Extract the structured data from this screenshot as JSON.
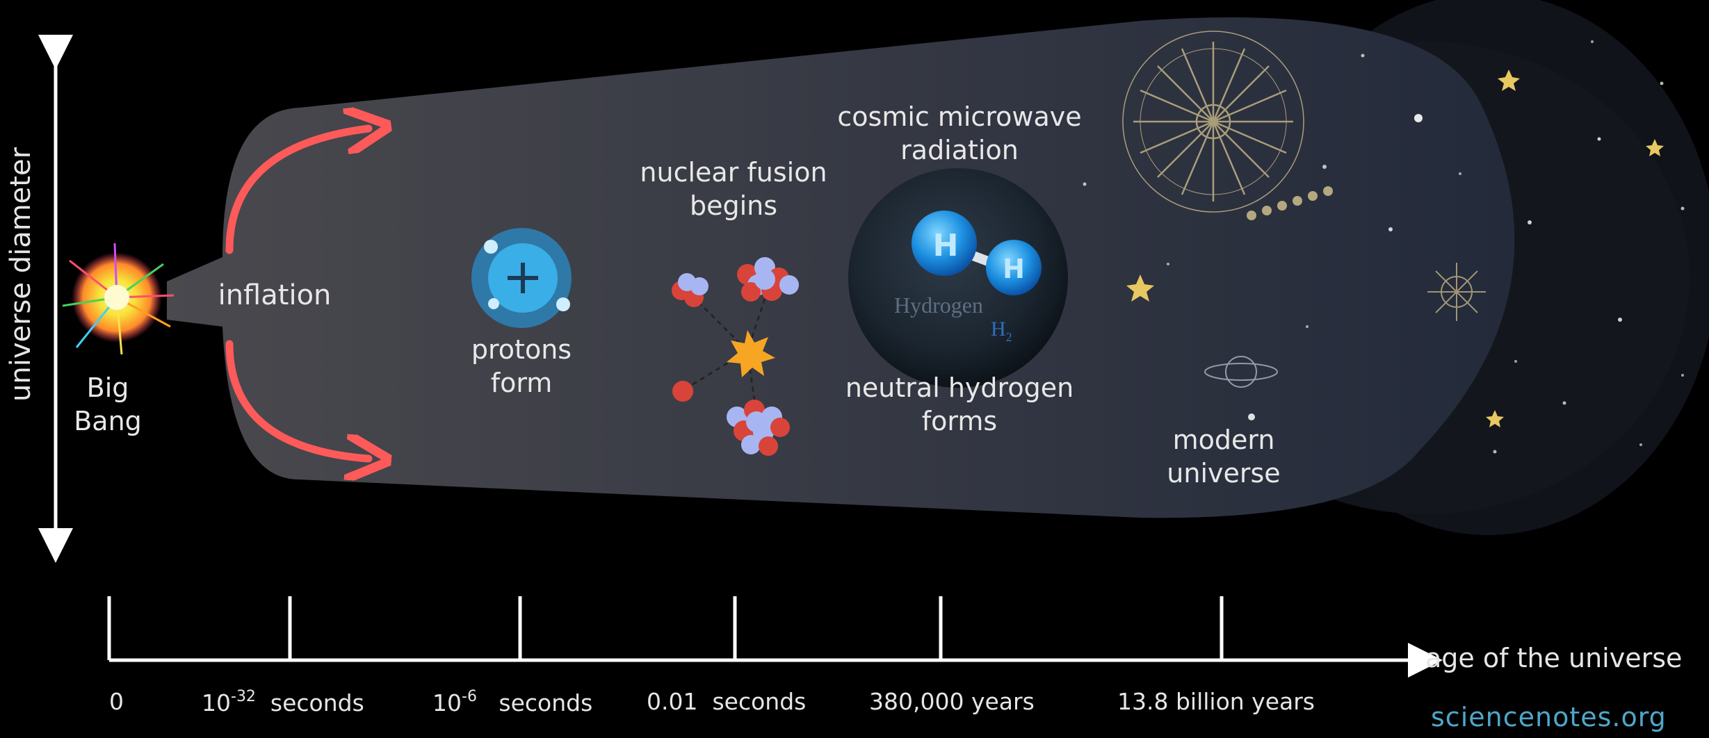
{
  "y_axis_label": "universe diameter",
  "x_axis_label": "age of the universe",
  "stages": {
    "big_bang": [
      "Big",
      "Bang"
    ],
    "inflation": "inflation",
    "protons": [
      "protons",
      "form"
    ],
    "fusion": [
      "nuclear fusion",
      "begins"
    ],
    "cmb": [
      "cosmic microwave",
      "radiation"
    ],
    "hydrogen": [
      "neutral hydrogen",
      "forms"
    ],
    "modern": [
      "modern",
      "universe"
    ]
  },
  "molecule": {
    "atom_symbol": "H",
    "caption": "Hydrogen",
    "formula_base": "H",
    "formula_sub": "2"
  },
  "timeline": {
    "t0": "0",
    "t1": {
      "base": "10",
      "exp": "-32",
      "unit": "seconds"
    },
    "t2": {
      "base": "10",
      "exp": "-6",
      "unit": "seconds"
    },
    "t3": {
      "value": "0.01",
      "unit": "seconds"
    },
    "t4": "380,000 years",
    "t5": "13.8 billion years"
  },
  "credit": "sciencenotes.org",
  "colors": {
    "cone": "#4a494e",
    "arrow": "#ff5a5a",
    "proton": "#3aaee6",
    "credit": "#4fa7c9"
  }
}
